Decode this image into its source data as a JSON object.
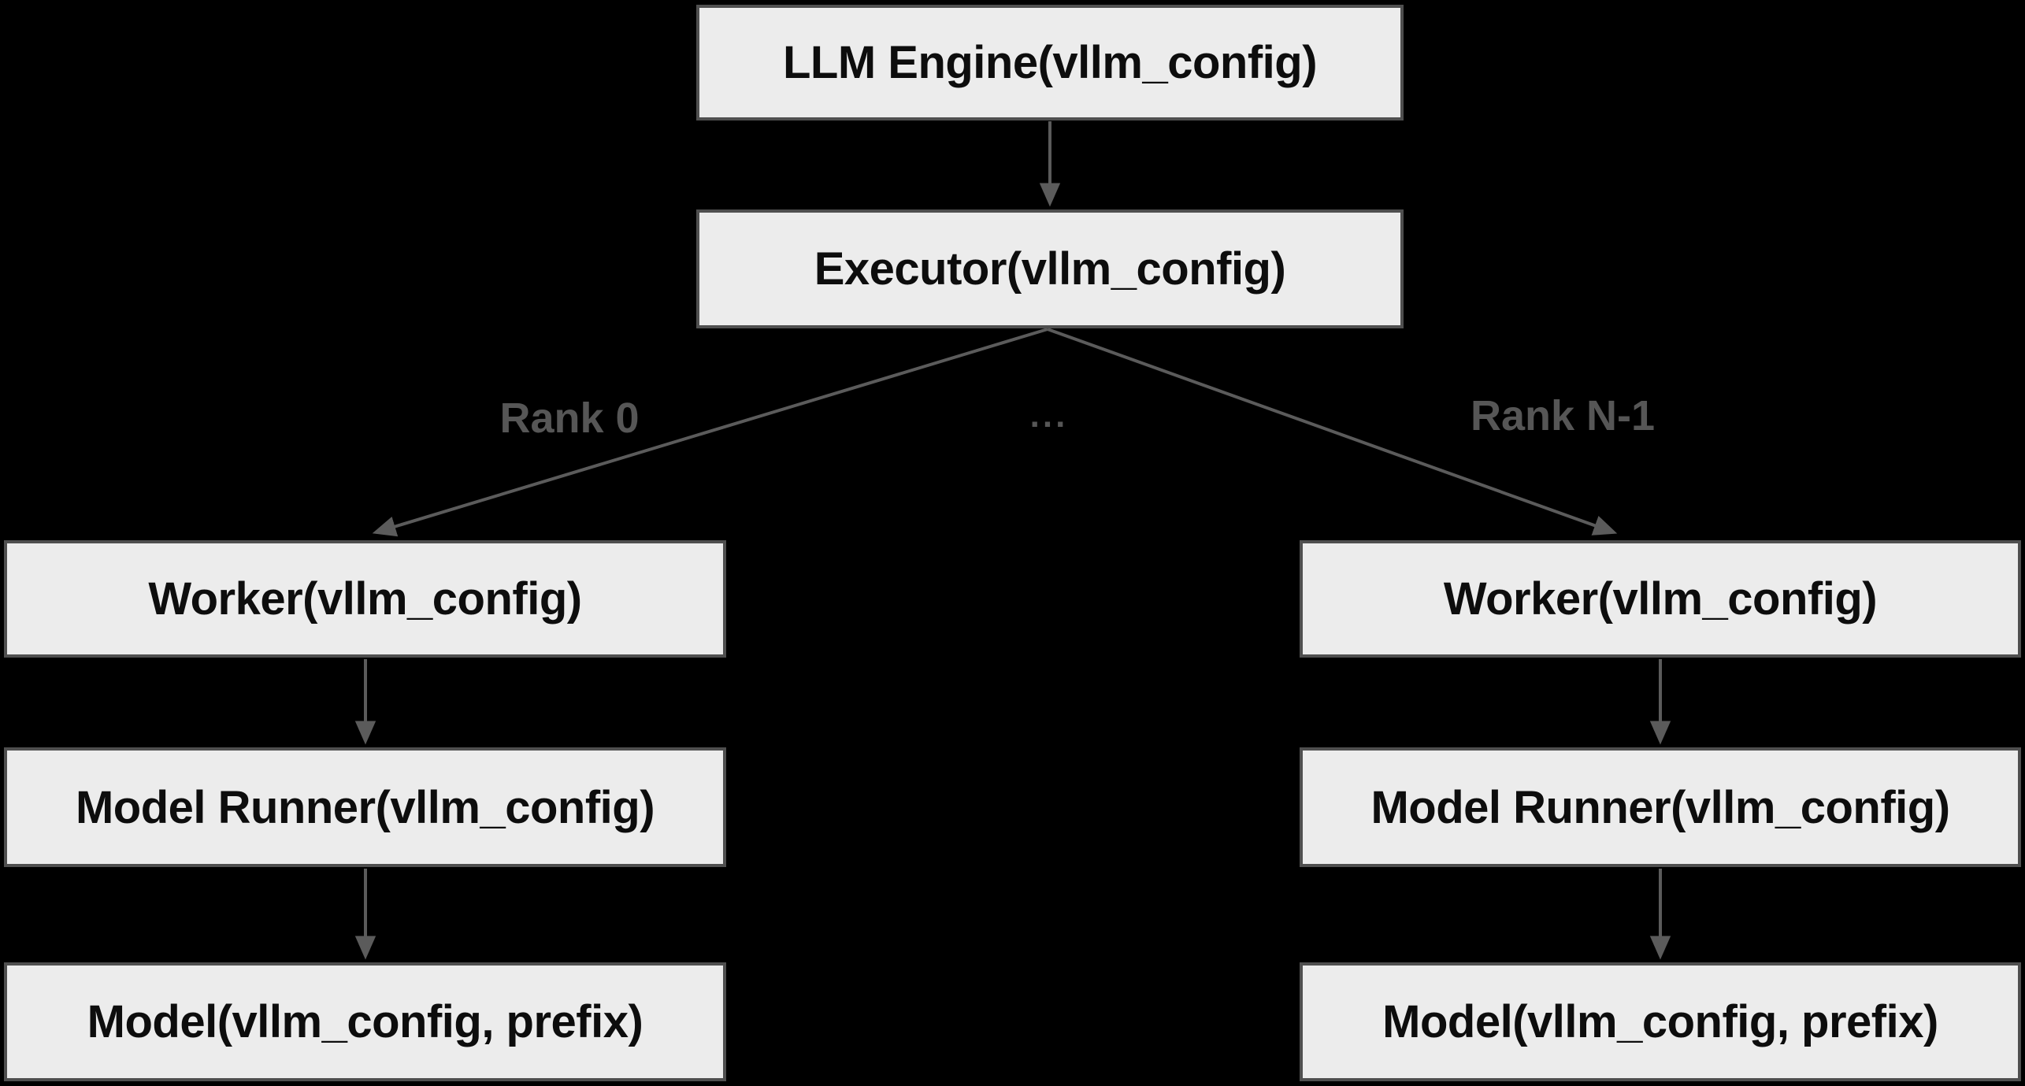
{
  "diagram": {
    "nodes": {
      "llm_engine": {
        "label": "LLM Engine(vllm_config)"
      },
      "executor": {
        "label": "Executor(vllm_config)"
      },
      "worker_left": {
        "label": "Worker(vllm_config)"
      },
      "model_runner_left": {
        "label": "Model Runner(vllm_config)"
      },
      "model_left": {
        "label": "Model(vllm_config, prefix)"
      },
      "worker_right": {
        "label": "Worker(vllm_config)"
      },
      "model_runner_right": {
        "label": "Model Runner(vllm_config)"
      },
      "model_right": {
        "label": "Model(vllm_config, prefix)"
      }
    },
    "edge_labels": {
      "rank_0": "Rank 0",
      "ellipsis": "...",
      "rank_n_1": "Rank N-1"
    },
    "colors": {
      "background": "#000000",
      "node_fill": "#ececec",
      "node_border": "#4f4f4f",
      "node_text": "#0d0d0d",
      "edge": "#5b5b5b",
      "edge_label_text": "#565656"
    }
  }
}
